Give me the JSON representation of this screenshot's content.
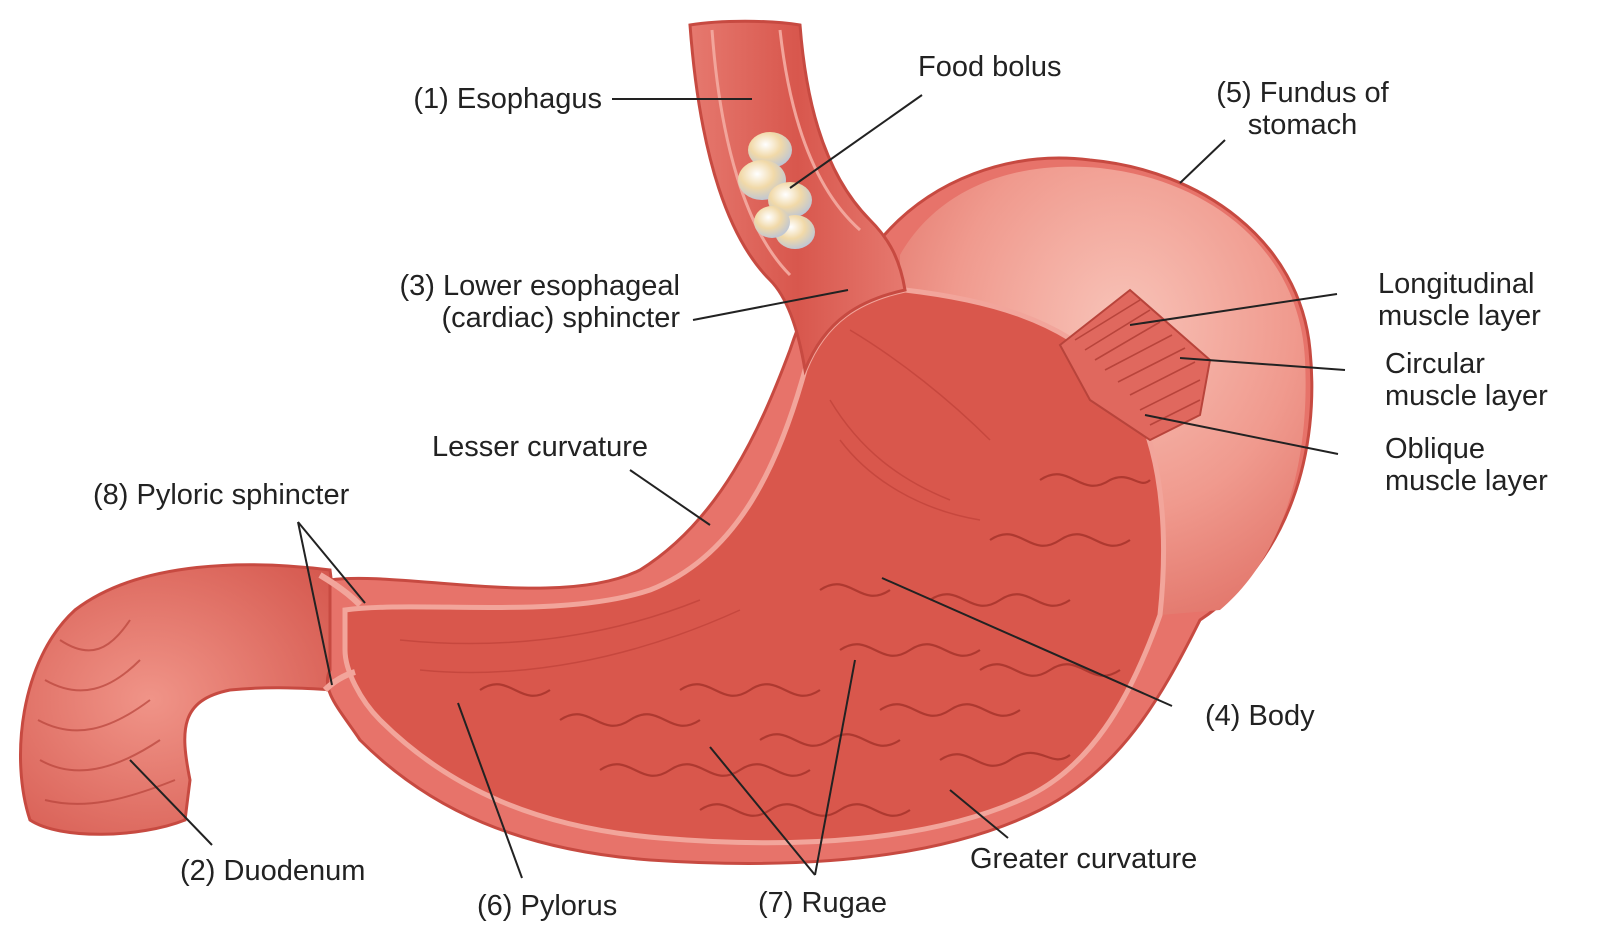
{
  "labels": {
    "esophagus": "(1) Esophagus",
    "food_bolus": "Food bolus",
    "fundus_line1": "(5) Fundus of",
    "fundus_line2": "stomach",
    "les_line1": "(3) Lower esophageal",
    "les_line2": "(cardiac) sphincter",
    "longitudinal_line1": "Longitudinal",
    "longitudinal_line2": "muscle layer",
    "circular_line1": "Circular",
    "circular_line2": "muscle layer",
    "oblique_line1": "Oblique",
    "oblique_line2": "muscle layer",
    "lesser_curvature": "Lesser curvature",
    "pyloric_sphincter": "(8) Pyloric sphincter",
    "body": "(4) Body",
    "duodenum": "(2) Duodenum",
    "pylorus": "(6) Pylorus",
    "rugae": "(7) Rugae",
    "greater_curvature": "Greater curvature"
  },
  "colors": {
    "outer_wall": "#e7736a",
    "wall_light": "#f4aaa0",
    "interior": "#d9574c",
    "interior_dark": "#c2443b",
    "rugae": "#a7342c",
    "bolus": "#f1d9a8",
    "leader": "#222222"
  }
}
